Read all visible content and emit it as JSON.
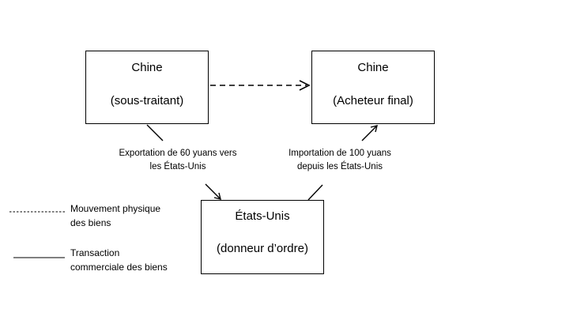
{
  "nodes": {
    "china_subcontractor": {
      "country": "Chine",
      "role": "(sous-traitant)"
    },
    "china_buyer": {
      "country": "Chine",
      "role": "(Acheteur final)"
    },
    "usa": {
      "country": "États-Unis",
      "role": "(donneur d’ordre)"
    }
  },
  "flows": {
    "export": {
      "line1": "Exportation de 60 yuans vers",
      "line2": "les États-Unis"
    },
    "import": {
      "line1": "Importation de 100 yuans",
      "line2": "depuis les États-Unis"
    }
  },
  "legend": {
    "dashed": {
      "line1": "Mouvement physique",
      "line2": "des biens"
    },
    "solid": {
      "line1": "Transaction",
      "line2": "commerciale des biens"
    }
  },
  "colors": {
    "stroke": "#000000",
    "background": "#ffffff"
  }
}
